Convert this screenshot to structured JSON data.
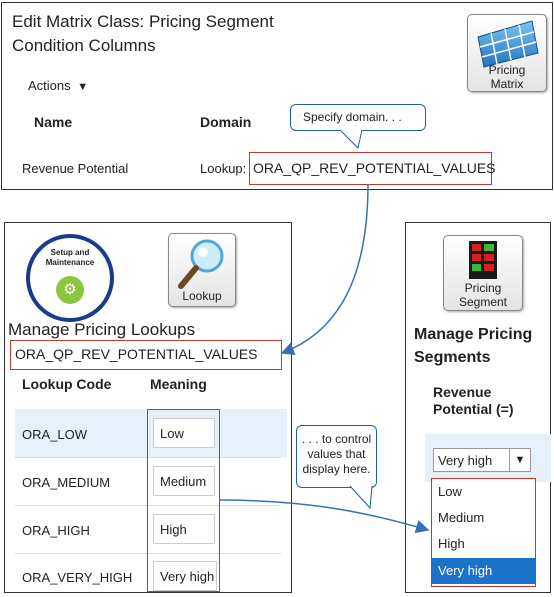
{
  "matrix_panel": {
    "title_line1": "Edit Matrix Class: Pricing Segment",
    "title_line2": "Condition Columns",
    "actions_label": "Actions",
    "col_name": "Name",
    "col_domain": "Domain",
    "row_name": "Revenue Potential",
    "row_domain_prefix": "Lookup:",
    "row_domain_value": "ORA_QP_REV_POTENTIAL_VALUES",
    "icon_label_line1": "Pricing",
    "icon_label_line2": "Matrix"
  },
  "callouts": {
    "specify_domain": "Specify domain. . .",
    "control_values_line1": ". . . to control",
    "control_values_line2": "values  that",
    "control_values_line3": "display here."
  },
  "lookups_panel": {
    "setup_line1": "Setup and",
    "setup_line2": "Maintenance",
    "lookup_icon_label": "Lookup",
    "title": "Manage Pricing Lookups",
    "lookup_type": "ORA_QP_REV_POTENTIAL_VALUES",
    "col_code": "Lookup Code",
    "col_meaning": "Meaning",
    "rows": [
      {
        "code": "ORA_LOW",
        "meaning": "Low"
      },
      {
        "code": "ORA_MEDIUM",
        "meaning": "Medium"
      },
      {
        "code": "ORA_HIGH",
        "meaning": "High"
      },
      {
        "code": "ORA_VERY_HIGH",
        "meaning": "Very high"
      }
    ]
  },
  "segments_panel": {
    "icon_label_line1": "Pricing",
    "icon_label_line2": "Segment",
    "title_line1": "Manage Pricing",
    "title_line2": "Segments",
    "col_line1": "Revenue",
    "col_line2": "Potential (=)",
    "selected_value": "Very high",
    "options": [
      "Low",
      "Medium",
      "High",
      "Very high"
    ],
    "selected_option_index": 3
  },
  "colors": {
    "arrow": "#3a6fb5",
    "callout_border": "#1f5fa8",
    "highlight_box": "#c0392b",
    "selected_row_bg": "#e6f0fa",
    "selected_option_bg": "#1a73c8"
  }
}
